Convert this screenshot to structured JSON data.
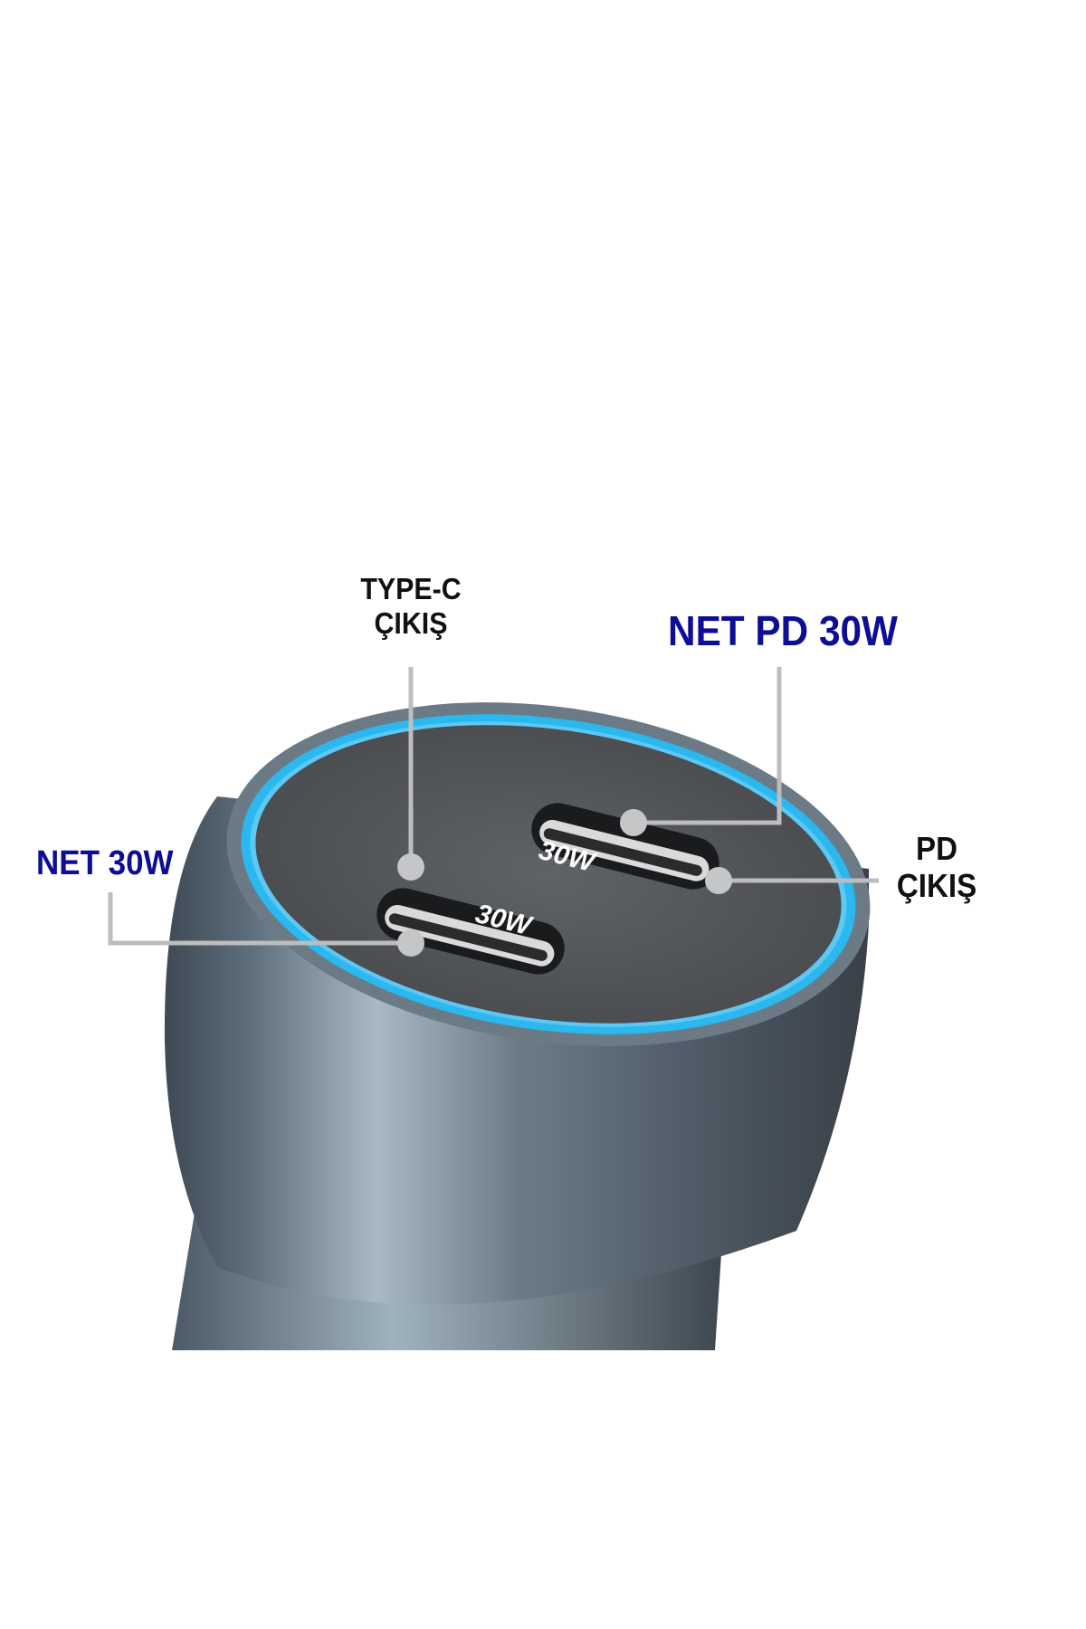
{
  "labels": {
    "type_c_line1": "TYPE-C",
    "type_c_line2": "ÇIKIŞ",
    "net_pd": "NET PD 30W",
    "net_30w": "NET 30W",
    "pd_line1": "PD",
    "pd_line2": "ÇIKIŞ"
  },
  "ports": [
    {
      "marking": "30W"
    },
    {
      "marking": "30W"
    }
  ],
  "colors": {
    "accent_text": "#0d0d96",
    "ring_glow": "#2bb8ee",
    "leader_line": "#bdbdbd"
  }
}
